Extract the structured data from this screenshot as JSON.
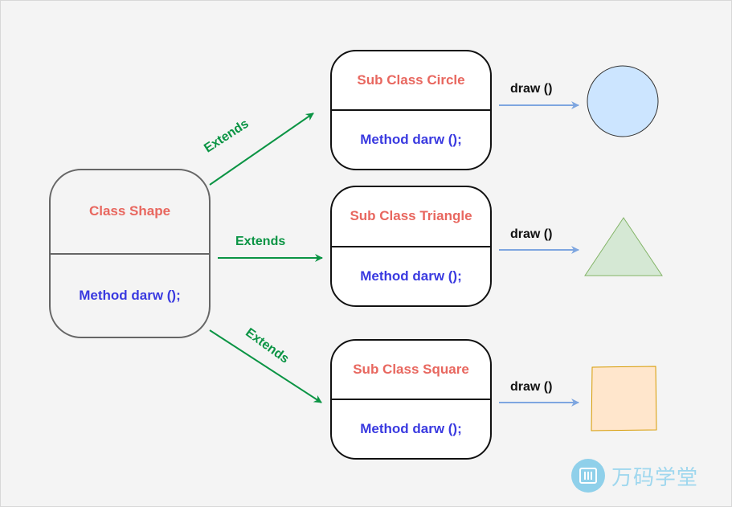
{
  "parent": {
    "title": "Class Shape",
    "method": "Method darw ();"
  },
  "children": [
    {
      "title": "Sub Class Circle",
      "method": "Method darw ();",
      "shape": "circle"
    },
    {
      "title": "Sub Class Triangle",
      "method": "Method darw ();",
      "shape": "triangle"
    },
    {
      "title": "Sub Class Square",
      "method": "Method darw ();",
      "shape": "square"
    }
  ],
  "relations": [
    "Extends",
    "Extends",
    "Extends"
  ],
  "draw_labels": [
    "draw ()",
    "draw ()",
    "draw ()"
  ],
  "watermark": {
    "text": "万码学堂",
    "icon": "book-logo-icon"
  },
  "colors": {
    "title_text": "#e8675f",
    "method_text": "#3a3ae0",
    "extends_arrow": "#0b9444",
    "draw_arrow": "#7ea6e0",
    "circle_fill": "#cce5ff",
    "triangle_fill": "#d5e8d4",
    "square_fill": "#ffe6cc"
  }
}
